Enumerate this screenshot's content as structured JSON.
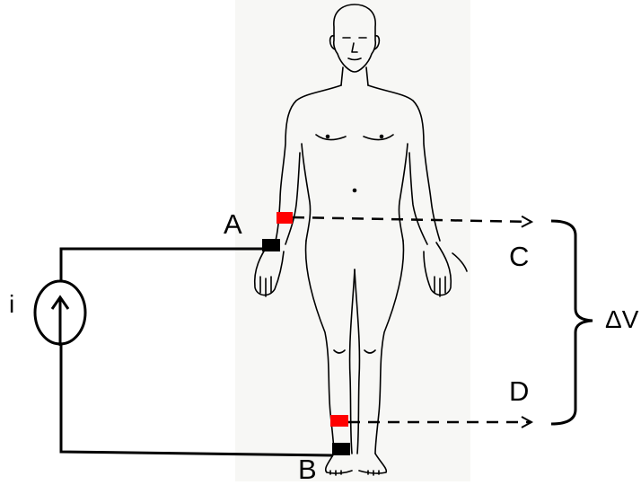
{
  "labels": {
    "a": "A",
    "b": "B",
    "c": "C",
    "d": "D",
    "current": "i",
    "voltage": "ΔV"
  },
  "colors": {
    "current_electrode": "#000000",
    "voltage_electrode": "#ff0000",
    "figure_background": "#f7f7f5",
    "line": "#000000"
  },
  "icons": {
    "source": "current-source-icon",
    "body": "human-body-outline-icon"
  }
}
